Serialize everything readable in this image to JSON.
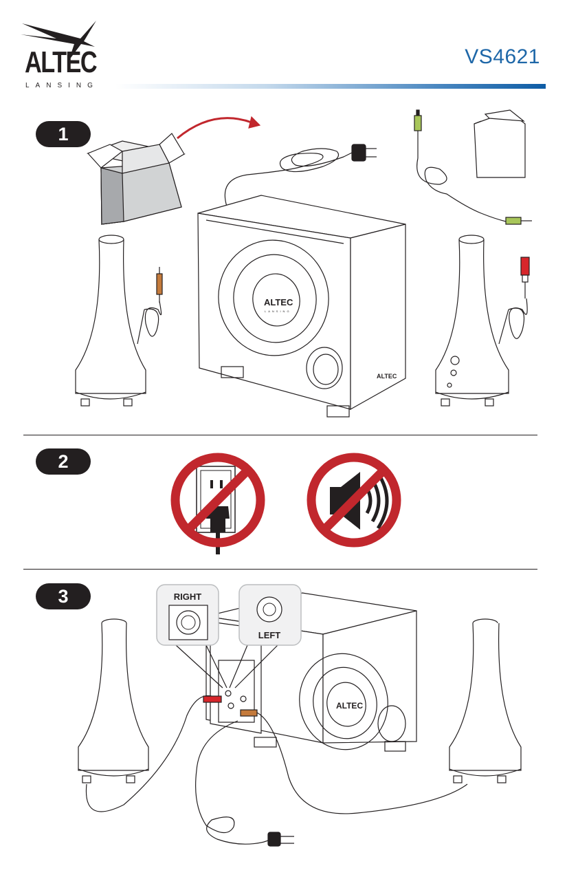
{
  "brand": {
    "name": "ALTEC",
    "subname": "LANSING"
  },
  "model": "VS4621",
  "steps": [
    {
      "number": "1"
    },
    {
      "number": "2"
    },
    {
      "number": "3"
    }
  ],
  "callouts": {
    "right_label": "RIGHT",
    "left_label": "LEFT"
  },
  "colors": {
    "brand_blue": "#1e67a8",
    "prohibit_red": "#c1272d",
    "rca_red": "#d7262b",
    "plug_green": "#a8c65a",
    "plug_orange": "#c47a3b",
    "ink": "#231f20"
  }
}
